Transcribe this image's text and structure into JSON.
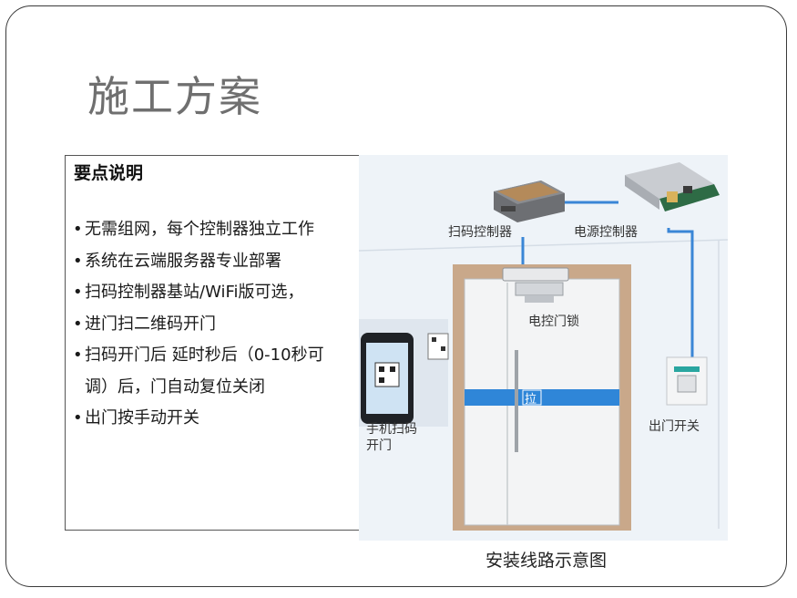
{
  "slide": {
    "title": "施工方案",
    "keypoints": {
      "heading": "要点说明",
      "items": [
        "无需组网，每个控制器独立工作",
        "系统在云端服务器专业部署",
        "扫码控制器基站/WiFi版可选，",
        "进门扫二维码开门",
        "扫码开门后 延时秒后（0-10秒可调）后，门自动复位关闭",
        "出门按手动开关"
      ]
    },
    "diagram": {
      "labels": {
        "scan_controller": "扫码控制器",
        "power_controller": "电源控制器",
        "electric_lock": "电控门锁",
        "phone_scan": "手机扫码开门",
        "exit_switch": "出门开关",
        "pull": "拉"
      }
    },
    "caption": "安装线路示意图"
  },
  "colors": {
    "wire": "#3a86d6",
    "door_frame": "#c9a88a",
    "door_blue": "#2f86d8",
    "title_gray": "#6f6f6f"
  }
}
